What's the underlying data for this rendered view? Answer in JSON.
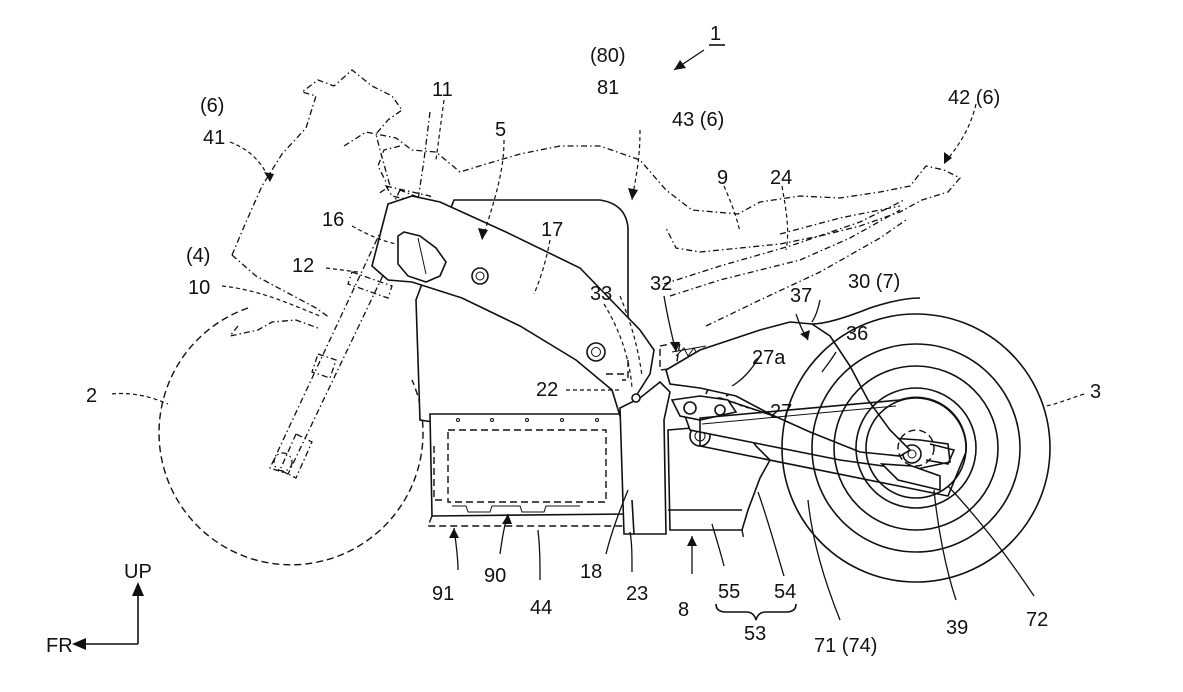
{
  "figure": {
    "reference_number": "1",
    "direction_up": "UP",
    "direction_front": "FR",
    "labels": {
      "l80": "(80)",
      "l81": "81",
      "l6a": "(6)",
      "l41": "41",
      "l11": "11",
      "l5": "5",
      "l43": "43 (6)",
      "l42": "42 (6)",
      "l9": "9",
      "l24": "24",
      "l16": "16",
      "l17": "17",
      "l4": "(4)",
      "l10": "10",
      "l12": "12",
      "l32": "32",
      "l33": "33",
      "l37": "37",
      "l30": "30 (7)",
      "l36": "36",
      "l27a": "27a",
      "l2": "2",
      "l22": "22",
      "l27": "27",
      "l3": "3",
      "l18": "18",
      "l23": "23",
      "l91": "91",
      "l90": "90",
      "l44": "44",
      "l8": "8",
      "l55": "55",
      "l54": "54",
      "l53": "53",
      "l71": "71 (74)",
      "l39": "39",
      "l72": "72"
    }
  }
}
